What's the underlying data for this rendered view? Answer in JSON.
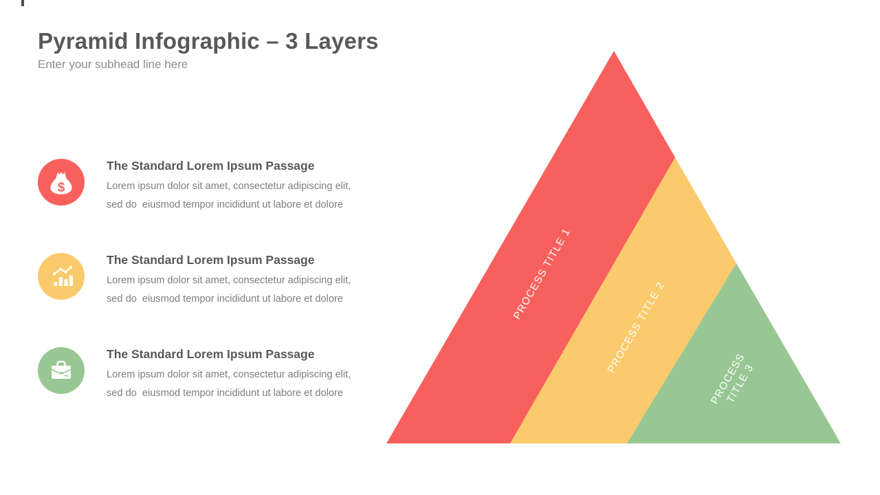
{
  "slide": {
    "title": "Pyramid Infographic – 3 Layers",
    "subhead": "Enter your subhead line here"
  },
  "items": [
    {
      "icon": "money-bag-icon",
      "color": "#F8605D",
      "currency_symbol": "$",
      "title": "The Standard Lorem Ipsum Passage",
      "desc_line1": "Lorem ipsum dolor sit amet, consectetur adipiscing elit,",
      "desc_line2": "sed do  eiusmod tempor incididunt ut labore et dolore"
    },
    {
      "icon": "bar-chart-icon",
      "color": "#FBCA6C",
      "title": "The Standard Lorem Ipsum Passage",
      "desc_line1": "Lorem ipsum dolor sit amet, consectetur adipiscing elit,",
      "desc_line2": "sed do  eiusmod tempor incididunt ut labore et dolore"
    },
    {
      "icon": "briefcase-icon",
      "color": "#98C793",
      "title": "The Standard Lorem Ipsum Passage",
      "desc_line1": "Lorem ipsum dolor sit amet, consectetur adipiscing elit,",
      "desc_line2": "sed do  eiusmod tempor incididunt ut labore et dolore"
    }
  ],
  "pyramid": {
    "layers": [
      {
        "label": "PROCESS TITLE 1",
        "color": "#F8605D",
        "lines": [
          "PROCESS TITLE 1"
        ]
      },
      {
        "label": "PROCESS TITLE 2",
        "color": "#FBCA6C",
        "lines": [
          "PROCESS TITLE 2"
        ]
      },
      {
        "label": "PROCESS TITLE 3",
        "color": "#98C793",
        "lines": [
          "PROCESS",
          "TITLE 3"
        ]
      }
    ]
  }
}
